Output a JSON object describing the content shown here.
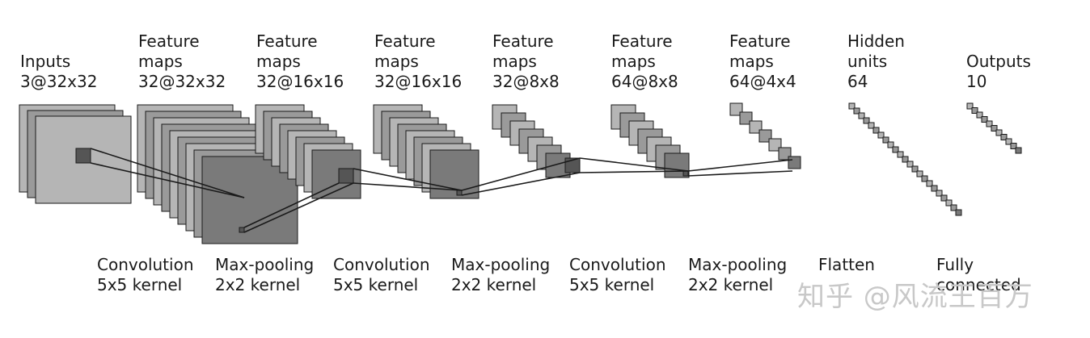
{
  "layers": [
    {
      "title": "Inputs",
      "shape": "3@32x32"
    },
    {
      "title": "Feature maps",
      "shape": "32@32x32"
    },
    {
      "title": "Feature maps",
      "shape": "32@16x16"
    },
    {
      "title": "Feature maps",
      "shape": "32@16x16"
    },
    {
      "title": "Feature maps",
      "shape": "32@8x8"
    },
    {
      "title": "Feature maps",
      "shape": "64@8x8"
    },
    {
      "title": "Feature maps",
      "shape": "64@4x4"
    },
    {
      "title": "Hidden units",
      "shape": "64"
    },
    {
      "title": "Outputs",
      "shape": "10"
    }
  ],
  "operations": [
    {
      "name": "Convolution",
      "detail": "5x5 kernel"
    },
    {
      "name": "Max-pooling",
      "detail": "2x2 kernel"
    },
    {
      "name": "Convolution",
      "detail": "5x5 kernel"
    },
    {
      "name": "Max-pooling",
      "detail": "2x2 kernel"
    },
    {
      "name": "Convolution",
      "detail": "5x5 kernel"
    },
    {
      "name": "Max-pooling",
      "detail": "2x2 kernel"
    },
    {
      "name": "Flatten",
      "detail": ""
    },
    {
      "name": "Fully",
      "detail": "connected"
    }
  ],
  "watermark": "知乎 @风流王百万",
  "colors": {
    "light": "#b5b5b5",
    "mid": "#9a9a9a",
    "dark": "#7a7a7a",
    "edge": "#1a1a1a"
  }
}
